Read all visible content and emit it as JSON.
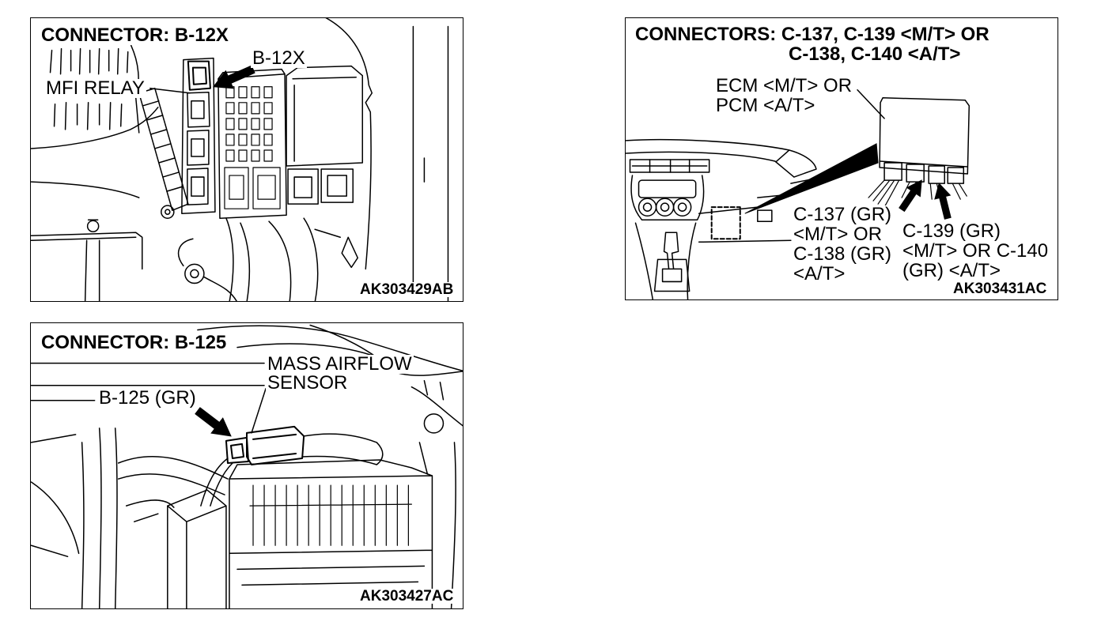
{
  "colors": {
    "line": "#000000",
    "background": "#ffffff"
  },
  "relay_panel": {
    "title": "CONNECTOR: B-12X",
    "connector_label": "B-12X",
    "component_label": "MFI RELAY",
    "figure_code": "AK303429AB",
    "pointer_icon": "arrow"
  },
  "ecm_panel": {
    "title_lines": [
      "CONNECTORS: C-137, C-139 <M/T> OR",
      "C-138, C-140 <A/T>"
    ],
    "ecm_label": [
      "ECM <M/T> OR",
      "PCM <A/T>"
    ],
    "left_connector_label": [
      "C-137 (GR)",
      "<M/T> OR",
      "C-138 (GR)",
      "<A/T>"
    ],
    "right_connector_label": [
      "C-139 (GR)",
      "<M/T> OR C-140",
      "(GR) <A/T>"
    ],
    "figure_code": "AK303431AC",
    "pointer_icon": "arrow"
  },
  "maf_panel": {
    "title": "CONNECTOR: B-125",
    "component_label": [
      "MASS AIRFLOW",
      "SENSOR"
    ],
    "connector_label": "B-125 (GR)",
    "figure_code": "AK303427AC",
    "pointer_icon": "arrow"
  }
}
